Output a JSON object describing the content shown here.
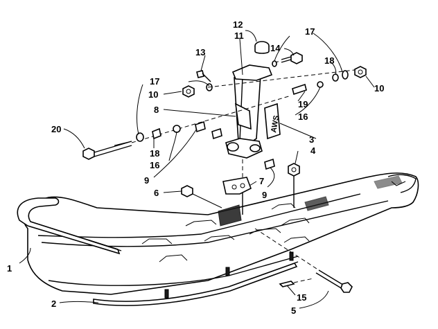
{
  "diagram": {
    "callouts": [
      "1",
      "2",
      "3",
      "4",
      "5",
      "6",
      "7",
      "8",
      "9",
      "9",
      "10",
      "10",
      "11",
      "12",
      "13",
      "14",
      "15",
      "16",
      "16",
      "17",
      "17",
      "18",
      "18",
      "19",
      "20"
    ],
    "decal_text": "AWS"
  }
}
